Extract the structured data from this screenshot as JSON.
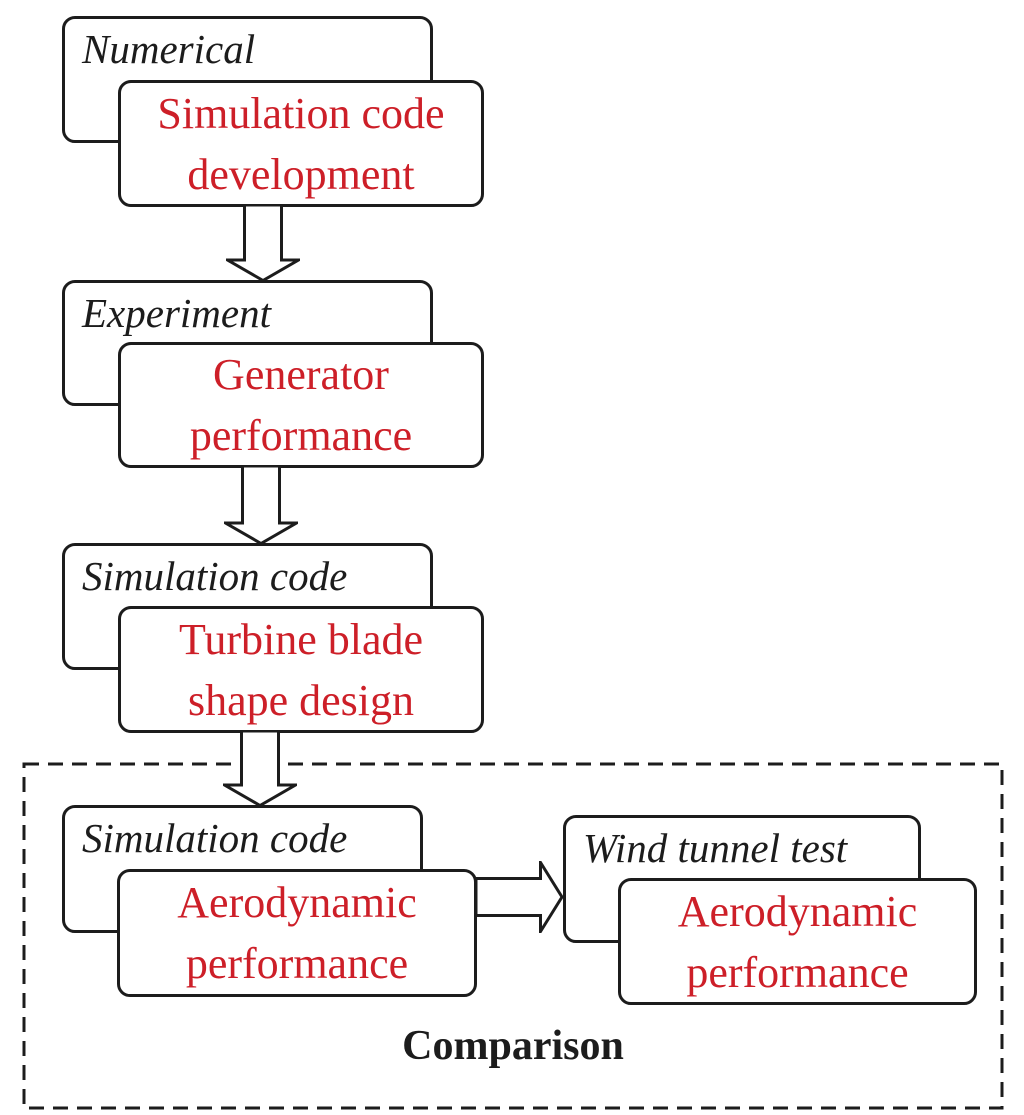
{
  "colors": {
    "background": "#ffffff",
    "ink": "#1c1c1c",
    "red": "#cd1f28"
  },
  "groups": [
    {
      "label": "Numerical",
      "line1": "Simulation code",
      "line2": "development"
    },
    {
      "label": "Experiment",
      "line1": "Generator",
      "line2": "performance"
    },
    {
      "label": "Simulation code",
      "line1": "Turbine blade",
      "line2": "shape design"
    },
    {
      "label": "Simulation code",
      "line1": "Aerodynamic",
      "line2": "performance"
    },
    {
      "label": "Wind tunnel test",
      "line1": "Aerodynamic",
      "line2": "performance"
    }
  ],
  "comparison": {
    "label": "Comparison"
  },
  "icons": {
    "down_arrow": "down-block-arrow",
    "right_arrow": "right-block-arrow"
  }
}
